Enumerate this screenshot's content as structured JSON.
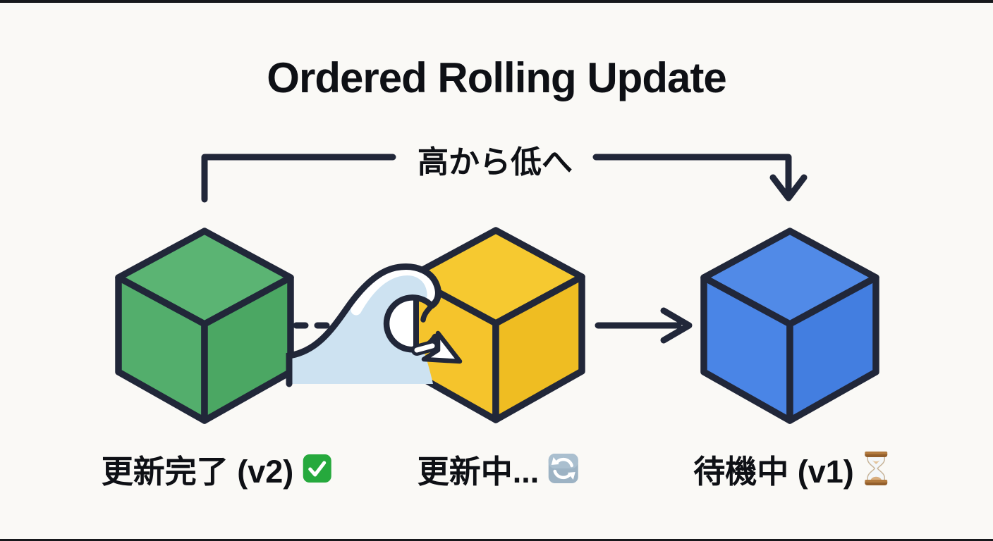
{
  "title": "Ordered Rolling Update",
  "flow_arrow": {
    "label": "高から低へ",
    "direction": "left-to-right"
  },
  "nodes": [
    {
      "id": "node-updated",
      "label": "更新完了 (v2)",
      "emoji": "check-mark-button",
      "state": "updated",
      "faces": {
        "top": "#5bb473",
        "left": "#53ae6c",
        "right": "#4ba763"
      }
    },
    {
      "id": "node-updating",
      "label": "更新中...",
      "emoji": "arrows-counterclockwise-button",
      "state": "updating",
      "faces": {
        "top": "#f6c930",
        "left": "#f5c42c",
        "right": "#efbd22"
      }
    },
    {
      "id": "node-waiting",
      "label": "待機中 (v1)",
      "emoji": "hourglass",
      "state": "waiting",
      "faces": {
        "top": "#518ae7",
        "left": "#4a85e6",
        "right": "#437ee0"
      }
    }
  ],
  "theme": {
    "background": "#faf9f6",
    "outline": "#212739",
    "wave_fill": "#cde2f1",
    "text": "#0e1015",
    "check_green": "#26a93d",
    "refresh_badge": "#9db3c4",
    "hourglass_brown": "#935f2c",
    "hourglass_sand": "#d8ae80"
  }
}
